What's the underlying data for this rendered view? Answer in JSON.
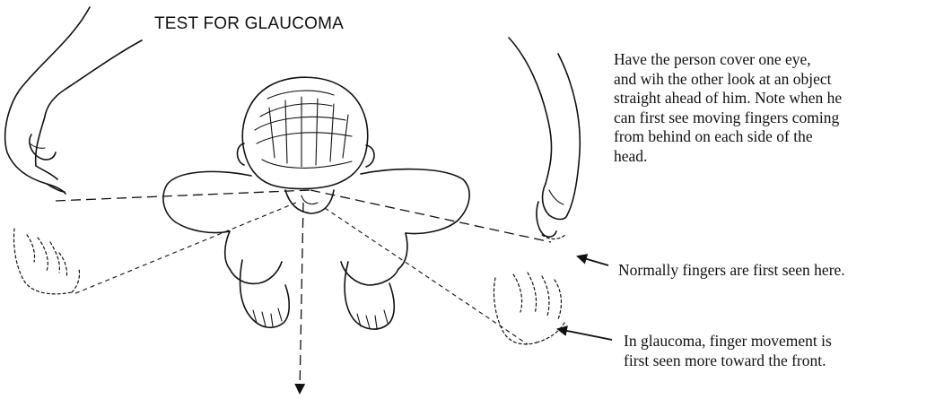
{
  "title": "TEST FOR GLAUCOMA",
  "instructions": {
    "lines": [
      "Have the person cover one eye,",
      "and wih the other look at an object",
      "straight ahead of him. Note when he",
      "can first see moving fingers coming",
      "from behind on each side of the",
      "head."
    ]
  },
  "annotations": {
    "normal": {
      "lines": [
        "Normally fingers are first seen here."
      ]
    },
    "glaucoma": {
      "lines": [
        "In glaucoma, finger movement is",
        "first seen more toward the front."
      ]
    }
  }
}
